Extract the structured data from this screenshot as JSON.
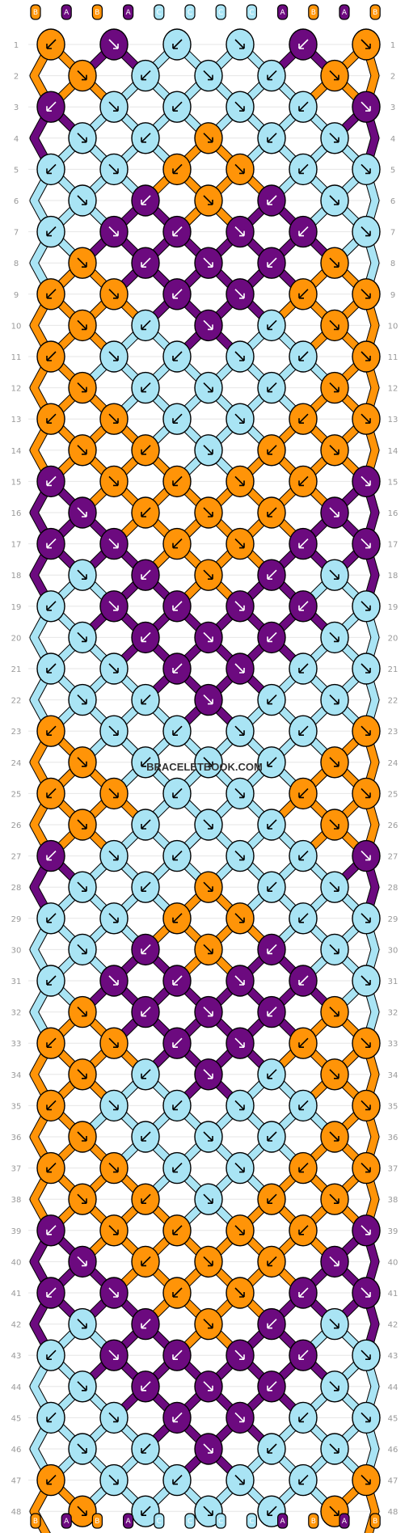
{
  "watermark": "BRACELETBOOK.COM",
  "colors": {
    "A": "#6c0a7f",
    "B": "#ff9408",
    "C": "#a9e4f4"
  },
  "strings": [
    "B",
    "A",
    "B",
    "A",
    "C",
    "C",
    "C",
    "C",
    "A",
    "B",
    "A",
    "B"
  ],
  "row_numbers": [
    "1",
    "2",
    "3",
    "4",
    "5",
    "6",
    "7",
    "8",
    "9",
    "10",
    "11",
    "12",
    "13",
    "14",
    "15",
    "16",
    "17",
    "18",
    "19",
    "20",
    "21",
    "22",
    "23",
    "24",
    "25",
    "26",
    "27",
    "28",
    "29",
    "30",
    "31",
    "32",
    "33",
    "34",
    "35",
    "36",
    "37",
    "38",
    "39",
    "40",
    "41",
    "42",
    "43",
    "44",
    "45",
    "46",
    "47",
    "48"
  ],
  "rows": [
    [
      "B",
      "A",
      "C",
      "C",
      "A",
      "B"
    ],
    [
      "B",
      "C",
      "C",
      "C",
      "B"
    ],
    [
      "A",
      "C",
      "C",
      "C",
      "C",
      "A"
    ],
    [
      "C",
      "C",
      "B",
      "C",
      "C"
    ],
    [
      "C",
      "C",
      "B",
      "B",
      "C",
      "C"
    ],
    [
      "C",
      "A",
      "B",
      "A",
      "C"
    ],
    [
      "C",
      "A",
      "A",
      "A",
      "A",
      "C"
    ],
    [
      "B",
      "A",
      "A",
      "A",
      "B"
    ],
    [
      "B",
      "B",
      "A",
      "A",
      "B",
      "B"
    ],
    [
      "B",
      "C",
      "A",
      "C",
      "B"
    ],
    [
      "B",
      "C",
      "C",
      "C",
      "C",
      "B"
    ],
    [
      "B",
      "C",
      "C",
      "C",
      "B"
    ],
    [
      "B",
      "B",
      "C",
      "C",
      "B",
      "B"
    ],
    [
      "B",
      "B",
      "C",
      "B",
      "B"
    ],
    [
      "A",
      "B",
      "B",
      "B",
      "B",
      "A"
    ],
    [
      "A",
      "B",
      "B",
      "B",
      "A"
    ],
    [
      "A",
      "A",
      "B",
      "B",
      "A",
      "A"
    ],
    [
      "C",
      "A",
      "B",
      "A",
      "C"
    ],
    [
      "C",
      "A",
      "A",
      "A",
      "A",
      "C"
    ],
    [
      "C",
      "A",
      "A",
      "A",
      "C"
    ],
    [
      "C",
      "C",
      "A",
      "A",
      "C",
      "C"
    ],
    [
      "C",
      "C",
      "A",
      "C",
      "C"
    ],
    [
      "B",
      "C",
      "C",
      "C",
      "C",
      "B"
    ],
    [
      "B",
      "C",
      "C",
      "C",
      "B"
    ],
    [
      "B",
      "B",
      "C",
      "C",
      "B",
      "B"
    ],
    [
      "B",
      "C",
      "C",
      "C",
      "B"
    ],
    [
      "A",
      "C",
      "C",
      "C",
      "C",
      "A"
    ],
    [
      "C",
      "C",
      "B",
      "C",
      "C"
    ],
    [
      "C",
      "C",
      "B",
      "B",
      "C",
      "C"
    ],
    [
      "C",
      "A",
      "B",
      "A",
      "C"
    ],
    [
      "C",
      "A",
      "A",
      "A",
      "A",
      "C"
    ],
    [
      "B",
      "A",
      "A",
      "A",
      "B"
    ],
    [
      "B",
      "B",
      "A",
      "A",
      "B",
      "B"
    ],
    [
      "B",
      "C",
      "A",
      "C",
      "B"
    ],
    [
      "B",
      "C",
      "C",
      "C",
      "C",
      "B"
    ],
    [
      "B",
      "C",
      "C",
      "C",
      "B"
    ],
    [
      "B",
      "B",
      "C",
      "C",
      "B",
      "B"
    ],
    [
      "B",
      "B",
      "C",
      "B",
      "B"
    ],
    [
      "A",
      "B",
      "B",
      "B",
      "B",
      "A"
    ],
    [
      "A",
      "B",
      "B",
      "B",
      "A"
    ],
    [
      "A",
      "A",
      "B",
      "B",
      "A",
      "A"
    ],
    [
      "C",
      "A",
      "B",
      "A",
      "C"
    ],
    [
      "C",
      "A",
      "A",
      "A",
      "A",
      "C"
    ],
    [
      "C",
      "A",
      "A",
      "A",
      "C"
    ],
    [
      "C",
      "C",
      "A",
      "A",
      "C",
      "C"
    ],
    [
      "C",
      "C",
      "A",
      "C",
      "C"
    ],
    [
      "B",
      "C",
      "C",
      "C",
      "C",
      "B"
    ],
    [
      "B",
      "C",
      "C",
      "C",
      "B"
    ]
  ]
}
